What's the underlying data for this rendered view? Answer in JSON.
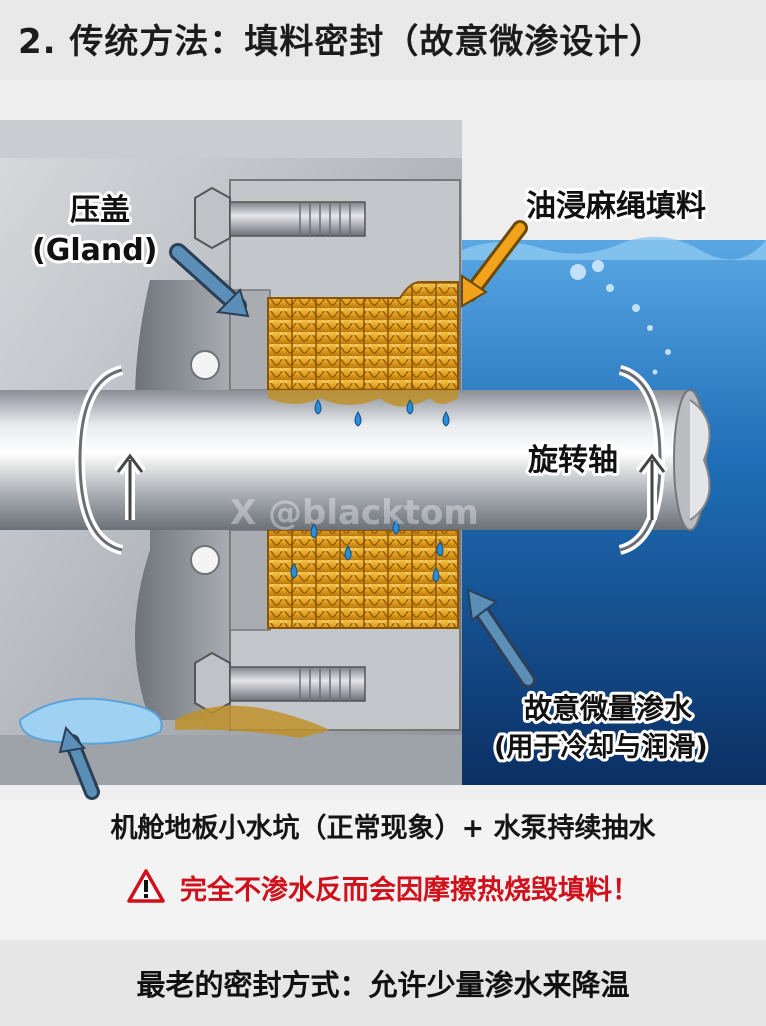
{
  "title": "2. 传统方法：填料密封（故意微渗设计）",
  "diagram": {
    "labels": {
      "gland": "压盖",
      "gland_en": "(Gland)",
      "packing": "油浸麻绳填料",
      "shaft": "旋转轴",
      "leak_line1": "故意微量渗水",
      "leak_line2": "(用于冷却与润滑)"
    },
    "watermark": "X @blacktom"
  },
  "caption": "机舱地板小水坑（正常现象）+ 水泵持续抽水",
  "warning": "完全不渗水反而会因摩擦热烧毁填料！",
  "footer": "最老的密封方式：允许少量渗水来降温",
  "colors": {
    "warning": "#d0101a",
    "packing": "#e3a21d",
    "water": "#1f6fb8",
    "arrow_blue": "#5b8fb8",
    "arrow_orange": "#f2a31b"
  }
}
